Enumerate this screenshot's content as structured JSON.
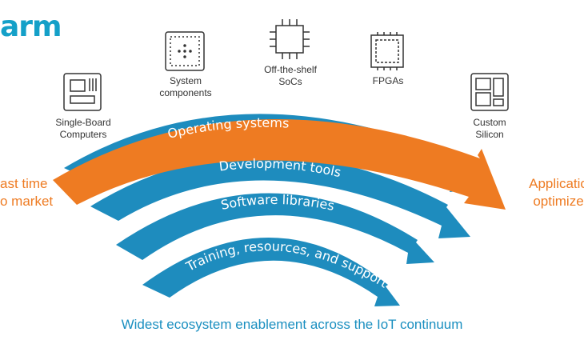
{
  "logo": {
    "text": "arm"
  },
  "nodes": [
    {
      "id": "single-board",
      "label": "Single-Board\nComputers",
      "icon": "board-icon"
    },
    {
      "id": "system-components",
      "label": "System\ncomponents",
      "icon": "component-icon"
    },
    {
      "id": "off-the-shelf",
      "label": "Off-the-shelf\nSoCs",
      "icon": "chip-icon"
    },
    {
      "id": "fpgas",
      "label": "FPGAs",
      "icon": "fpga-icon"
    },
    {
      "id": "custom-silicon",
      "label": "Custom\nSilicon",
      "icon": "silicon-icon"
    }
  ],
  "left_text": "ast time\no market",
  "right_text": "Applicatio\noptimize",
  "arcs": [
    {
      "label": "Operating systems"
    },
    {
      "label": "Development tools"
    },
    {
      "label": "Software libraries"
    },
    {
      "label": "Training, resources, and support"
    }
  ],
  "footer": "Widest ecosystem enablement across the IoT continuum",
  "colors": {
    "orange": "#ee7b22",
    "blue": "#1e8cbe",
    "brand": "#14a0c8"
  }
}
